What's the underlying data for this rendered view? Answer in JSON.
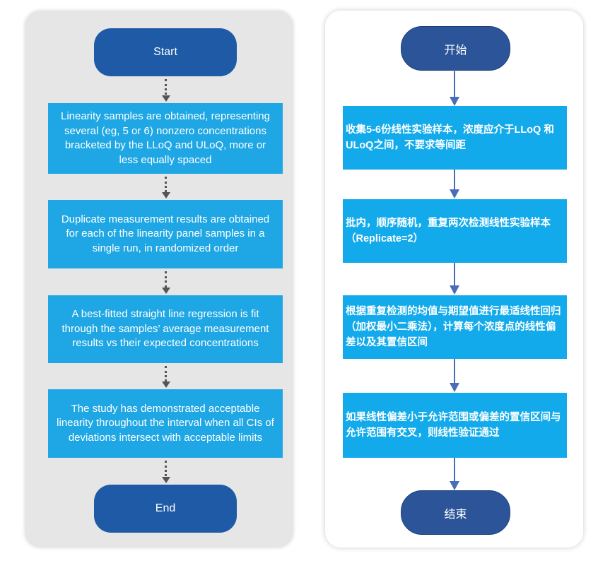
{
  "left": {
    "start": "Start",
    "end": "End",
    "steps": [
      "Linearity samples are obtained, representing several (eg, 5 or 6) nonzero concentrations bracketed by the LLoQ and ULoQ, more or less equally spaced",
      "Duplicate measurement results are obtained for each of the linearity panel samples in a single run, in randomized order",
      "A best-fitted straight line regression is fit through the samples’ average measurement results vs their expected concentrations",
      "The study has demonstrated acceptable linearity throughout the interval when all CIs of deviations intersect with acceptable limits"
    ]
  },
  "right": {
    "start": "开始",
    "end": "结束",
    "steps": [
      "收集5-6份线性实验样本，浓度应介于LLoQ 和ULoQ之间，不要求等间距",
      "批内，顺序随机，重复两次检测线性实验样本（Replicate=2）",
      "根据重复检测的均值与期望值进行最适线性回归（加权最小二乘法），计算每个浓度点的线性偏差以及其置信区间",
      "如果线性偏差小于允许范围或偏差的置信区间与允许范围有交叉，则线性验证通过"
    ]
  }
}
